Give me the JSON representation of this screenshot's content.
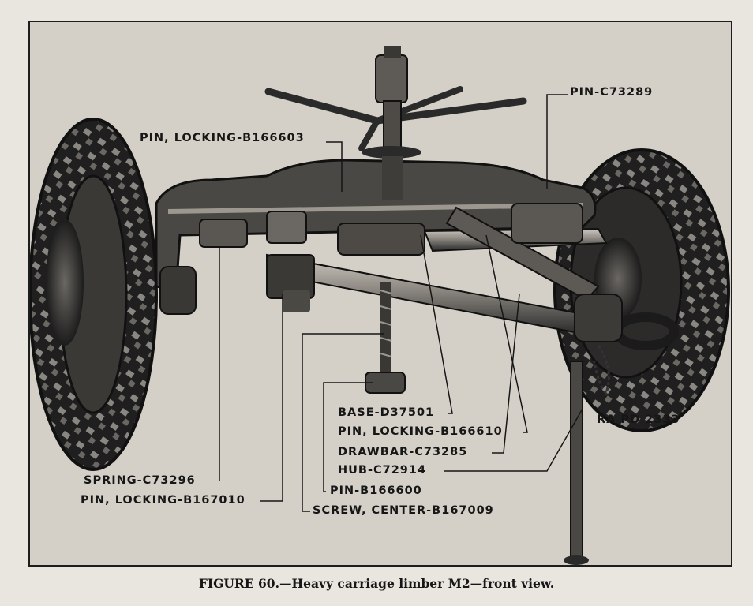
{
  "labels": {
    "pin_locking_top": "PIN, LOCKING-B166603",
    "pin_top_right": "PIN-C73289",
    "base": "BASE-D37501",
    "pin_locking_166610": "PIN, LOCKING-B166610",
    "drawbar": "DRAWBAR-C73285",
    "hub": "HUB-C72914",
    "pin_166600": "PIN-B166600",
    "screw_center": "SCREW, CENTER-B167009",
    "spring": "SPRING-C73296",
    "pin_locking_167010": "PIN, LOCKING-B167010",
    "ra_pd": "RA PD 2333"
  },
  "caption": "FIGURE 60.—Heavy carriage limber M2—front view.",
  "colors": {
    "ink": "#161616",
    "frame_background": "#d4d0c8",
    "page_background": "#e9e6df"
  }
}
